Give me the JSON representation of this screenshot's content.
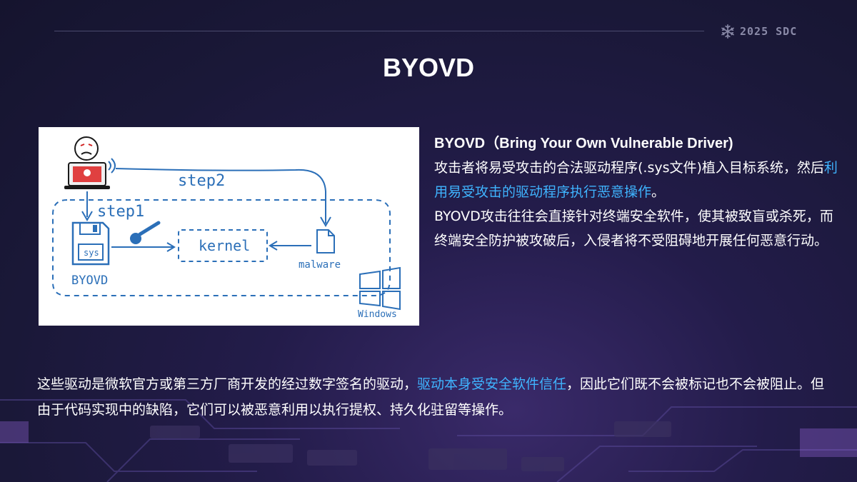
{
  "brand": {
    "label": "2025 SDC",
    "icon": "snowflake-icon"
  },
  "title": "BYOVD",
  "diagram": {
    "step1": "step1",
    "step2": "step2",
    "kernel": "kernel",
    "malware": "malware",
    "byovd": "BYOVD",
    "sys": "sys",
    "windows": "Windows",
    "icons": [
      "attacker-icon",
      "laptop-icon",
      "floppy-disk-icon",
      "key-icon",
      "file-icon",
      "windows-logo-icon"
    ]
  },
  "right": {
    "heading": "BYOVD（Bring Your Own Vulnerable Driver)",
    "p1_a": "攻击者将易受攻击的合法驱动程序(.sys文件)植入目标系统，然后",
    "p1_hl": "利用易受攻击的驱动程序执行恶意操作",
    "p1_b": "。",
    "p2": "BYOVD攻击往往会直接针对终端安全软件，使其被致盲或杀死，而终端安全防护被攻破后，入侵者将不受阻碍地开展任何恶意行动。"
  },
  "bottom": {
    "a": "这些驱动是微软官方或第三方厂商开发的经过数字签名的驱动，",
    "hl": "驱动本身受安全软件信任",
    "b": "，因此它们既不会被标记也不会被阻止。但由于代码实现中的缺陷，它们可以被恶意利用以执行提权、持久化驻留等操作。"
  },
  "colors": {
    "accent": "#3fb4ff",
    "diagram_blue": "#2b6fb8",
    "background": "#1a1838"
  }
}
